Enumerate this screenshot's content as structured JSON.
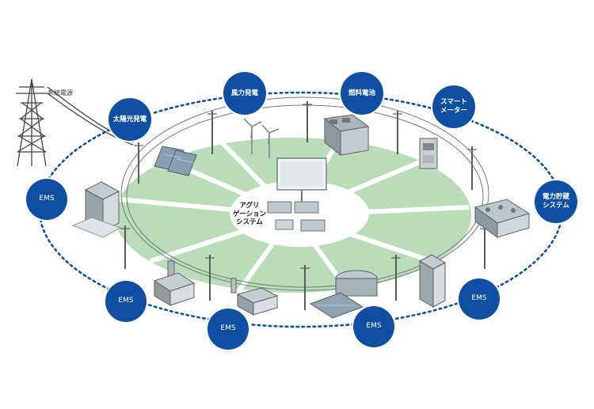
{
  "colors": {
    "accent": "#0f4fa3",
    "ground": "#b9dcb9",
    "road": "#ffffff"
  },
  "grid": {
    "label": "系統電源"
  },
  "center": {
    "label_lines": [
      "アグリ",
      "ゲーション",
      "システム"
    ]
  },
  "resources": [
    {
      "key": "solar",
      "lines": [
        "太陽光発電"
      ]
    },
    {
      "key": "wind",
      "lines": [
        "風力発電"
      ]
    },
    {
      "key": "fuelcell",
      "lines": [
        "燃料電池"
      ]
    },
    {
      "key": "smartmeter",
      "lines": [
        "スマート",
        "メーター"
      ]
    },
    {
      "key": "storage",
      "lines": [
        "電力貯蔵",
        "システム"
      ]
    }
  ],
  "ems_label": "EMS",
  "icons": [
    "transmission-tower-icon",
    "solar-panel-icon",
    "wind-turbine-icon",
    "fuel-cell-icon",
    "smart-meter-icon",
    "battery-storage-icon",
    "office-building-icon",
    "factory-icon",
    "store-icon",
    "rooftop-solar-building-icon",
    "apartment-building-icon",
    "control-room-icon",
    "utility-pole-icon"
  ]
}
